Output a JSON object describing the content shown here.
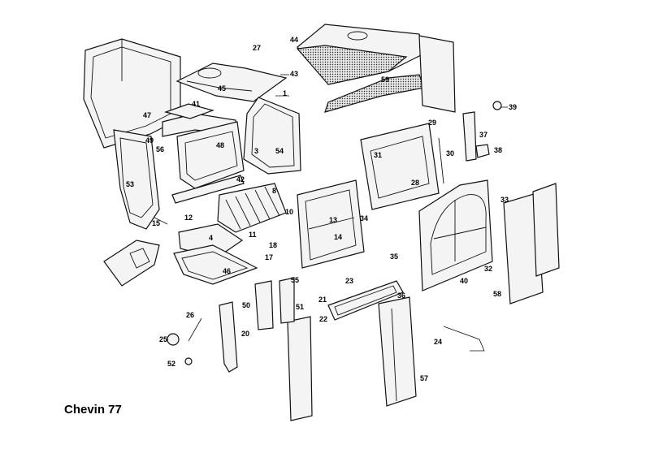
{
  "caption": "Chevin 77",
  "callouts": [
    "1",
    "3",
    "4",
    "8",
    "10",
    "11",
    "12",
    "13",
    "14",
    "15",
    "17",
    "18",
    "20",
    "21",
    "22",
    "23",
    "24",
    "25",
    "26",
    "27",
    "28",
    "29",
    "30",
    "31",
    "32",
    "33",
    "34",
    "35",
    "36",
    "37",
    "38",
    "39",
    "40",
    "41",
    "42",
    "43",
    "44",
    "45",
    "46",
    "47",
    "48",
    "49",
    "50",
    "51",
    "52",
    "53",
    "54",
    "55",
    "56",
    "57",
    "58",
    "59"
  ]
}
